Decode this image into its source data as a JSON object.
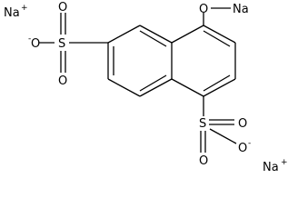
{
  "molecule": {
    "atoms": {
      "na_ion_left": {
        "symbol": "Na",
        "charge": "+"
      },
      "na_ion_right": {
        "symbol": "Na",
        "charge": "+"
      },
      "na_bonded": {
        "symbol": "Na"
      },
      "o_ether": {
        "symbol": "O"
      },
      "s_left": {
        "symbol": "S"
      },
      "o_left_top": {
        "symbol": "O"
      },
      "o_left_bottom": {
        "symbol": "O"
      },
      "o_left_minus": {
        "symbol": "O",
        "charge": "-"
      },
      "s_right": {
        "symbol": "S"
      },
      "o_right_top": {
        "symbol": "O"
      },
      "o_right_side": {
        "symbol": "O"
      },
      "o_right_minus": {
        "symbol": "O",
        "charge": "-"
      }
    },
    "colors": {
      "ink": "#000000",
      "background": "#ffffff"
    }
  }
}
